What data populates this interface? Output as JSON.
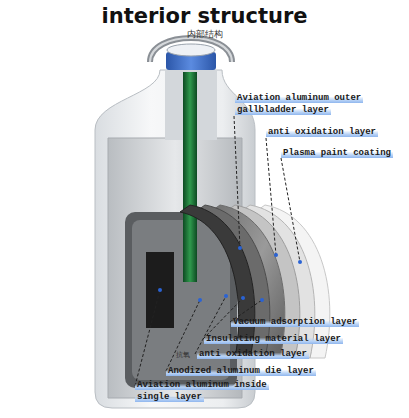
{
  "diagram": {
    "title": "interior structure",
    "labels": [
      "内部结构",
      "Aviation aluminum outer gallbladder layer",
      "anti oxidation layer",
      "Plasma paint coating",
      "Vacuum adsorption layer",
      "Insulating material layer",
      "抗氧",
      "anti oxidation layer",
      "Anodized aluminum die layer",
      "Aviation aluminum inside single layer"
    ]
  }
}
